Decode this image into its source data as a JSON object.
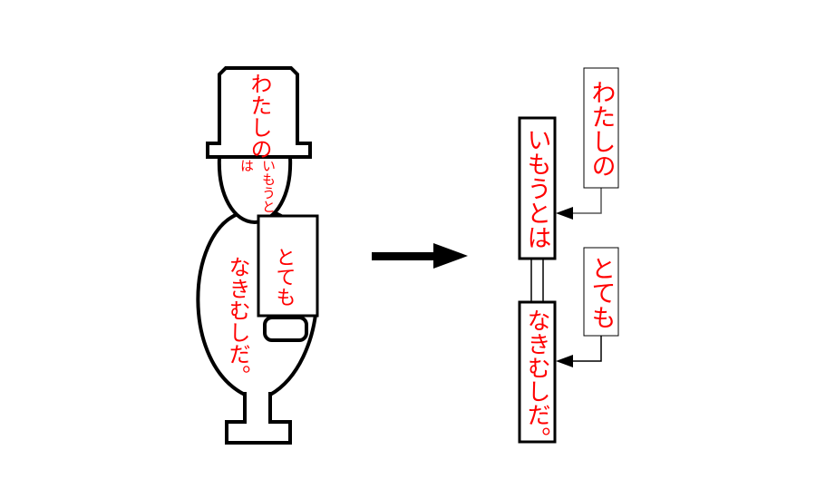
{
  "figure": {
    "hat_text": "わたしの",
    "ha_text": "は",
    "head_text": "いもうと",
    "apron_text": "とても",
    "body_text": "なきむしだ。"
  },
  "diagram": {
    "box_top_left": "いもうとは",
    "box_bottom_left": "なきむしだ。",
    "box_top_right": "わたしの",
    "box_bottom_right": "とても"
  },
  "colors": {
    "text": "#ff0000",
    "stroke": "#000000"
  }
}
